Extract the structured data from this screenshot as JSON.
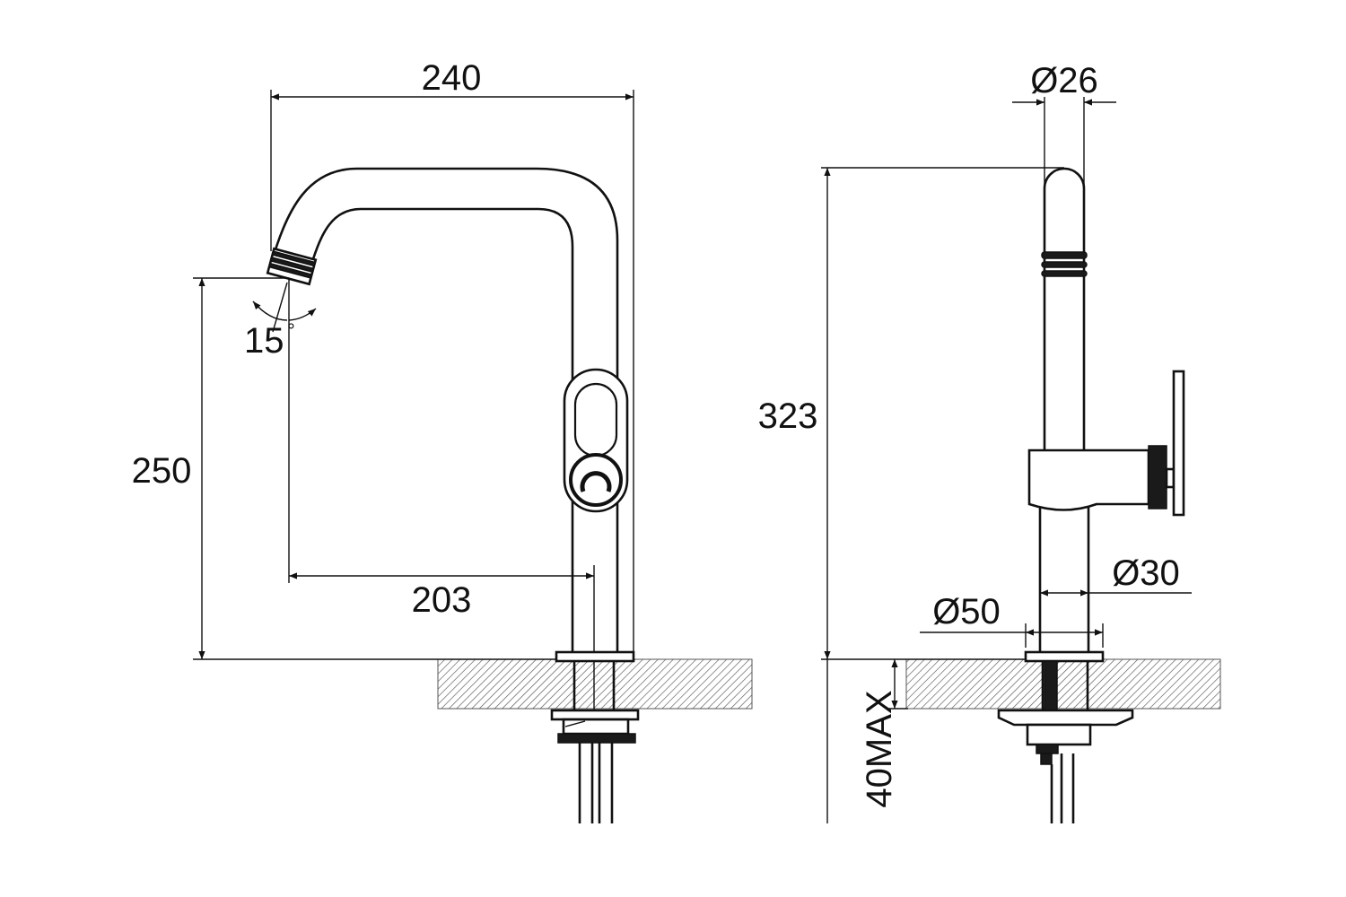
{
  "colors": {
    "line": "#111111",
    "hatch": "#555555",
    "background": "#ffffff"
  },
  "dimensions": {
    "width_total": "240",
    "spout_height": "250",
    "spout_reach": "203",
    "spout_angle": "15",
    "degree_symbol": "°",
    "spout_diameter": "Ø26",
    "total_height": "323",
    "body_diameter": "Ø30",
    "base_diameter": "Ø50",
    "counter_thickness": "40MAX"
  }
}
